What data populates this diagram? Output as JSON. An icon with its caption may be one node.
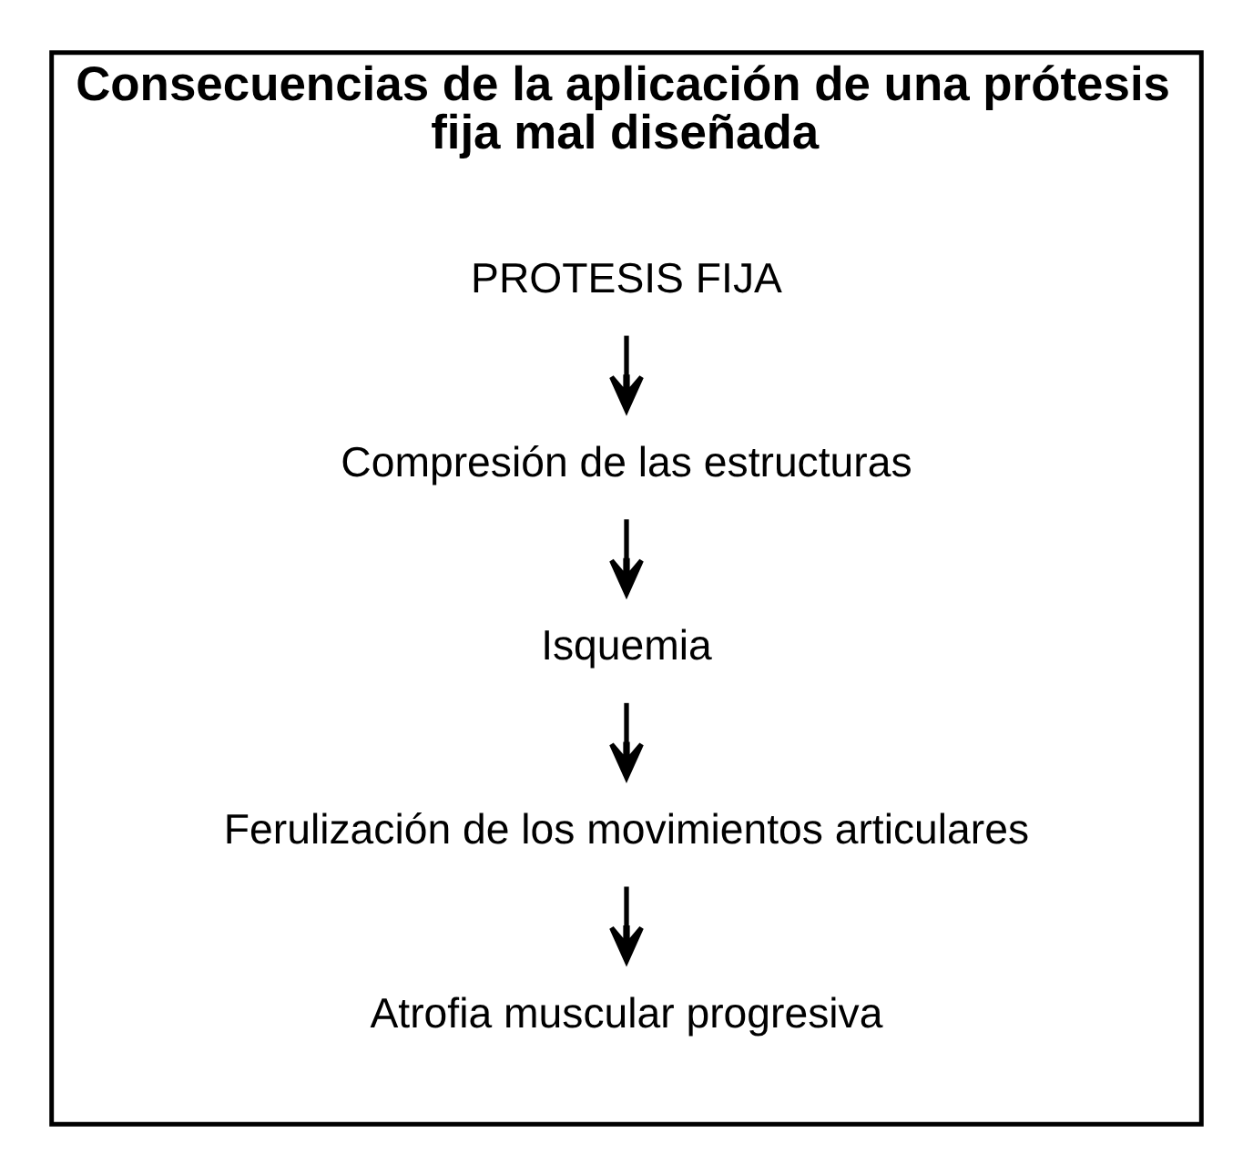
{
  "diagram": {
    "nodes": [
      {
        "text": [
          "Consecuencias de la aplicación de una prótesis fija mal diseñada"
        ]
      },
      {
        "text": [
          "PROTESIS FIJA"
        ],
        "in": 0
      },
      {
        "text": [
          "Compresión de las estructuras"
        ],
        "in": 0
      },
      {
        "text": [
          "Isquemia"
        ],
        "in": 0
      },
      {
        "text": [
          "Ferulización de los movimientos articulares"
        ],
        "in": 0
      },
      {
        "text": [
          "Atrofia muscular progresiva"
        ],
        "in": 0
      }
    ],
    "edges": [
      {
        "from": 1,
        "to": 2,
        "arrow": "to"
      },
      {
        "from": 2,
        "to": 3,
        "arrow": "to"
      },
      {
        "from": 3,
        "to": 4,
        "arrow": "to"
      },
      {
        "from": 4,
        "to": 5,
        "arrow": "to"
      }
    ]
  }
}
